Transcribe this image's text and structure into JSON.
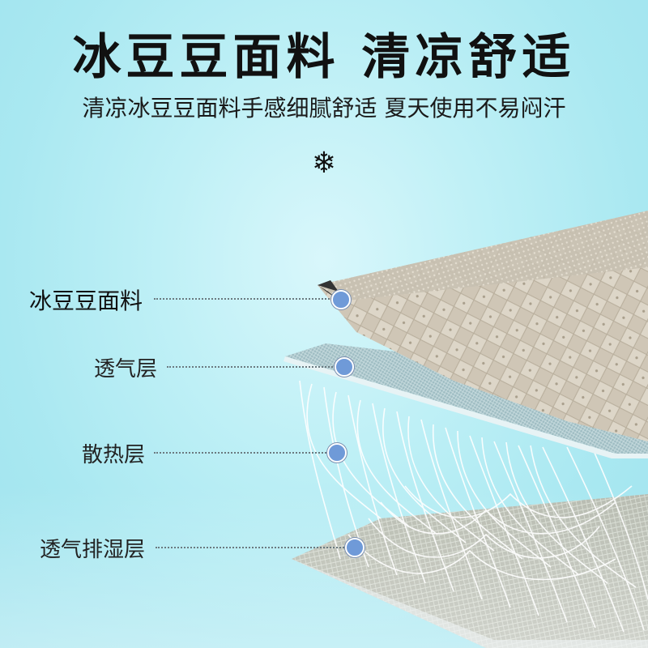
{
  "header": {
    "title": "冰豆豆面料  清凉舒适",
    "subtitle": "清凉冰豆豆面料手感细腻舒适 夏天使用不易闷汗",
    "snowflake_icon": "❄"
  },
  "layers": [
    {
      "label": "冰豆豆面料"
    },
    {
      "label": "透气层"
    },
    {
      "label": "散热层"
    },
    {
      "label": "透气排湿层"
    }
  ],
  "colors": {
    "background": "#b6eef5",
    "marker": "#6f9ad8",
    "fabric_top": "#cfc7b8",
    "mesh_layer": "#a9c6cc"
  }
}
